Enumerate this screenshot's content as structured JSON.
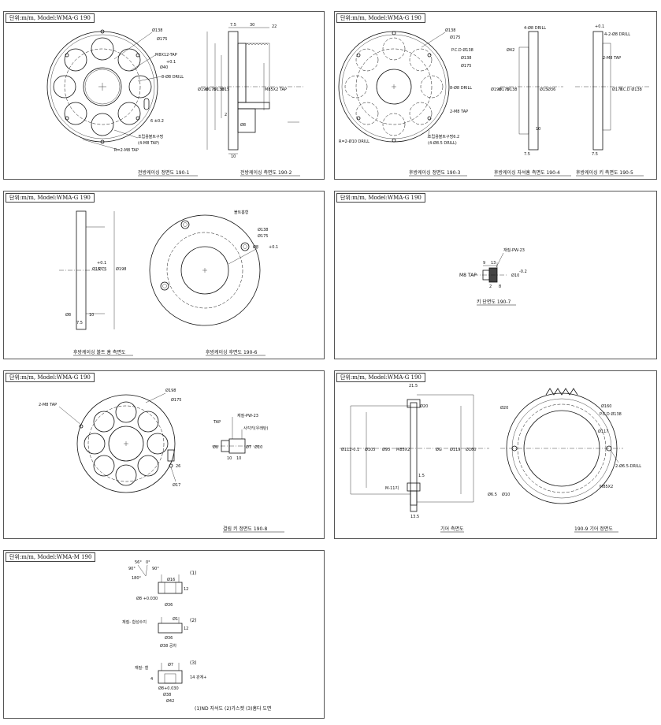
{
  "panels": {
    "p1": {
      "header": "단위:m/m,      Model:WMA-G 190",
      "captions": [
        "전방케이싱 정면도 190-1",
        "전방케이싱 측면도 190-2"
      ],
      "labels": [
        "Ø138",
        "Ø175",
        "M8X12-TAP",
        "+0.1",
        "Ø40",
        "8-Ø8 DRILL",
        "조립용볼트구멍",
        "(4-M8 TAP)",
        "6 ±0.2",
        "R=2-M8 TAP",
        "Ø198",
        "Ø175",
        "Ø138",
        "Ø15",
        "M85X2 TAP",
        "Ø8",
        "7.5",
        "30",
        "22",
        "10",
        "2"
      ]
    },
    "p2": {
      "header": "단위:m/m,      Model:WMA-G 190",
      "captions": [
        "후방케이싱 정면도 190-3",
        "후방케이싱 자석홈 측면도 190-4",
        "후방케이싱 키 측면도 190-5"
      ],
      "labels": [
        "Ø138",
        "Ø175",
        "P.C.D Ø138",
        "Ø138",
        "Ø175",
        "8-Ø8 DRILL",
        "2-M8 TAP",
        "조립용볼트구멍6.2",
        "(4-Ø8.5 DRILL)",
        "R=2-Ø10 DRILL",
        "4-Ø8 DRILL",
        "Ø42",
        "Ø198",
        "Ø175",
        "Ø138",
        "Ø15",
        "Ø36",
        "7.5",
        "10",
        "Ø175",
        "P.C.D Ø138",
        "2-M8 TAP",
        "4-2-Ø8 DRILL",
        "7.5",
        "+0.1"
      ]
    },
    "p3": {
      "header": "단위:m/m,      Model:WMA-G 190",
      "captions": [
        "후방케이싱 볼트 홈 측면도",
        "후방케이싱 후면도 190-6"
      ],
      "labels": [
        "Ø15",
        "Ø75",
        "Ø198",
        "+0.1",
        "Ø8",
        "7.5",
        "10",
        "볼트홈형",
        "Ø138",
        "Ø175",
        "Ø8",
        "+0.1"
      ]
    },
    "p4": {
      "header": "단위:m/m,      Model:WMA-G 190",
      "captions": [
        "키 단면도 190-7"
      ],
      "labels": [
        "재질-PW-23",
        "M8 TAP",
        "9",
        "13",
        "Ø10",
        "-0.2",
        "2",
        "8"
      ]
    },
    "p5": {
      "header": "단위:m/m,      Model:WMA-G 190",
      "captions": [
        "결림 키 정면도 190-8"
      ],
      "labels": [
        "Ø198",
        "Ø175",
        "2-M8 TAP",
        "Ø17",
        "26",
        "재질-PW-23",
        "TAP",
        "사각키(우래탄)",
        "Ø8",
        "Ø7",
        "Ø10",
        "10",
        "10"
      ]
    },
    "p6": {
      "header": "단위:m/m,      Model:WMA-G 190",
      "captions": [
        "기어 측면도",
        "190-9 기어 정면도"
      ],
      "labels": [
        "21.5",
        "Ø20",
        "Ø112-0.1",
        "Ø105",
        "Ø95",
        "M85X2",
        "ØG",
        "Ø119",
        "Ø160",
        "M-11지",
        "1.5",
        "13.5",
        "Ø160",
        "P.C.D Ø138",
        "Ø117",
        "2-Ø6.5-DRILL",
        "M85X2",
        "Ø6.5",
        "Ø10",
        "Ø20"
      ]
    },
    "p7": {
      "header": "단위:m/m,      Model:WMA-M 190",
      "caption": "(1)ND 자석도 (2)가스켓 (3)홈다 도면",
      "items": [
        {
          "num": "(1)",
          "labels": [
            "56°",
            "0°",
            "90°",
            "90°",
            "180°",
            "Ø16",
            "Ø8 +0.030",
            "Ø36",
            "12"
          ]
        },
        {
          "num": "(2)",
          "labels": [
            "재질- 합성수지",
            "Ø1",
            "12",
            "Ø36",
            "Ø38 공차"
          ]
        },
        {
          "num": "(3)",
          "labels": [
            "재질- 철",
            "Ø7",
            "14 관계+",
            "Ø8+0.030",
            "Ø38",
            "Ø42",
            "4"
          ]
        }
      ]
    }
  }
}
